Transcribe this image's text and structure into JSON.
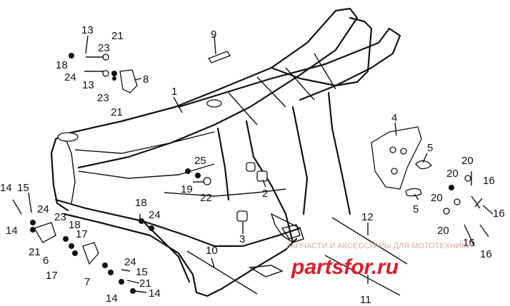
{
  "callouts": {
    "c1": "1",
    "c2": "2",
    "c3": "3",
    "c4": "4",
    "c5a": "5",
    "c5b": "5",
    "c6": "6",
    "c7": "7",
    "c8": "8",
    "c9": "9",
    "c10": "10",
    "c11": "11",
    "c12": "12",
    "c13a": "13",
    "c13b": "13",
    "c14a": "14",
    "c14b": "14",
    "c14c": "14",
    "c14d": "14",
    "c15a": "15",
    "c15b": "15",
    "c16a": "16",
    "c16b": "16",
    "c16c": "16",
    "c16d": "16",
    "c17a": "17",
    "c17b": "17",
    "c18a": "18",
    "c18b": "18",
    "c18c": "18",
    "c19": "19",
    "c20a": "20",
    "c20b": "20",
    "c20c": "20",
    "c20d": "20",
    "c21a": "21",
    "c21b": "21",
    "c21c": "21",
    "c21d": "21",
    "c22": "22",
    "c23a": "23",
    "c23b": "23",
    "c23c": "23",
    "c24a": "24",
    "c24b": "24",
    "c24c": "24",
    "c24d": "24",
    "c25": "25"
  },
  "watermark": {
    "text": "ЗАПЧАСТИ И АКСЕССУАРЫ ДЛЯ МОТОТЕХНИКИ",
    "brand": "partsfor.ru",
    "brand_color": "#e01b2a"
  }
}
